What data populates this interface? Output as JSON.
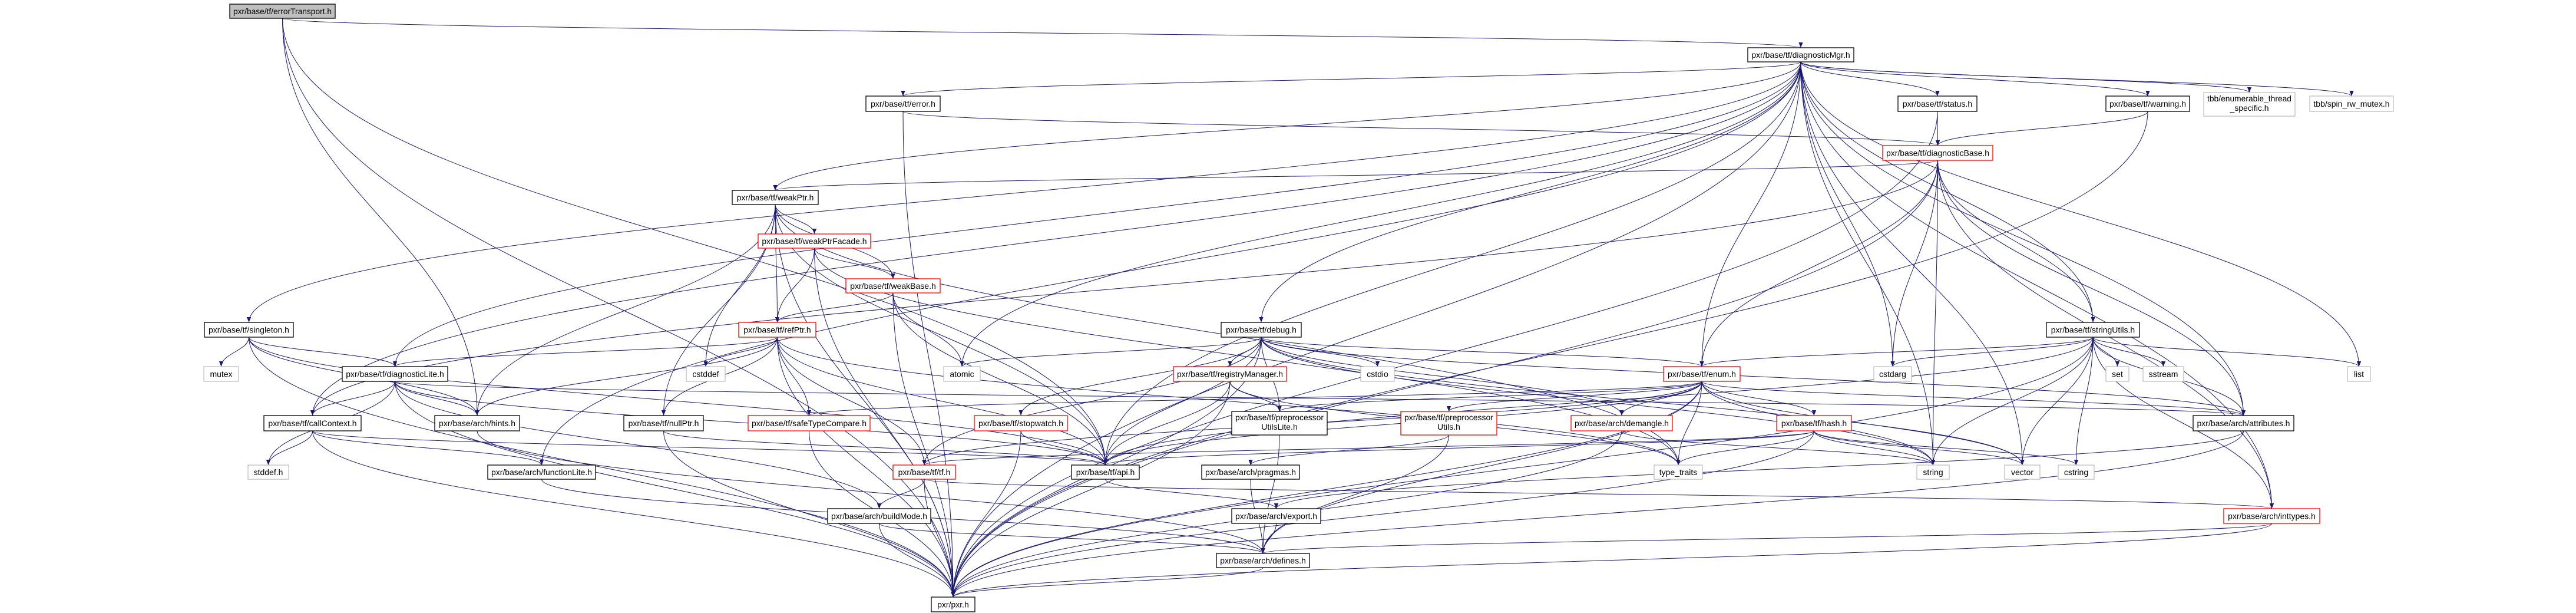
{
  "graph": {
    "root": "errorTransport",
    "colors": {
      "edge": "#191970",
      "root_fill": "#bfbfbf",
      "red_border": "#ff0000",
      "black_border": "#000000",
      "gray_border": "#bfbfbf"
    },
    "nodes": [
      {
        "id": "errorTransport",
        "label": "pxr/base/tf/errorTransport.h",
        "style": "root"
      },
      {
        "id": "diagnosticMgr",
        "label": "pxr/base/tf/diagnosticMgr.h",
        "style": "black"
      },
      {
        "id": "error",
        "label": "pxr/base/tf/error.h",
        "style": "black"
      },
      {
        "id": "status",
        "label": "pxr/base/tf/status.h",
        "style": "black"
      },
      {
        "id": "warning",
        "label": "pxr/base/tf/warning.h",
        "style": "black"
      },
      {
        "id": "tbbets",
        "label": "tbb/enumerable_thread\n_specific.h",
        "style": "gray"
      },
      {
        "id": "tbbspin",
        "label": "tbb/spin_rw_mutex.h",
        "style": "gray"
      },
      {
        "id": "diagnosticBase",
        "label": "pxr/base/tf/diagnosticBase.h",
        "style": "red"
      },
      {
        "id": "weakPtr",
        "label": "pxr/base/tf/weakPtr.h",
        "style": "black"
      },
      {
        "id": "weakPtrFacade",
        "label": "pxr/base/tf/weakPtrFacade.h",
        "style": "red"
      },
      {
        "id": "weakBase",
        "label": "pxr/base/tf/weakBase.h",
        "style": "red"
      },
      {
        "id": "refPtr",
        "label": "pxr/base/tf/refPtr.h",
        "style": "red"
      },
      {
        "id": "singleton",
        "label": "pxr/base/tf/singleton.h",
        "style": "black"
      },
      {
        "id": "debug",
        "label": "pxr/base/tf/debug.h",
        "style": "black"
      },
      {
        "id": "stringUtils",
        "label": "pxr/base/tf/stringUtils.h",
        "style": "black"
      },
      {
        "id": "mutex",
        "label": "mutex",
        "style": "gray"
      },
      {
        "id": "diagnosticLite",
        "label": "pxr/base/tf/diagnosticLite.h",
        "style": "black"
      },
      {
        "id": "cstddef",
        "label": "cstddef",
        "style": "gray"
      },
      {
        "id": "atomic",
        "label": "atomic",
        "style": "gray"
      },
      {
        "id": "registryManager",
        "label": "pxr/base/tf/registryManager.h",
        "style": "red"
      },
      {
        "id": "cstdio",
        "label": "cstdio",
        "style": "gray"
      },
      {
        "id": "enum",
        "label": "pxr/base/tf/enum.h",
        "style": "red"
      },
      {
        "id": "cstdarg",
        "label": "cstdarg",
        "style": "gray"
      },
      {
        "id": "set",
        "label": "set",
        "style": "gray"
      },
      {
        "id": "sstream",
        "label": "sstream",
        "style": "gray"
      },
      {
        "id": "list",
        "label": "list",
        "style": "gray"
      },
      {
        "id": "callContext",
        "label": "pxr/base/tf/callContext.h",
        "style": "black"
      },
      {
        "id": "hints",
        "label": "pxr/base/arch/hints.h",
        "style": "black"
      },
      {
        "id": "nullPtr",
        "label": "pxr/base/tf/nullPtr.h",
        "style": "black"
      },
      {
        "id": "safeTypeCompare",
        "label": "pxr/base/tf/safeTypeCompare.h",
        "style": "red"
      },
      {
        "id": "stopwatch",
        "label": "pxr/base/tf/stopwatch.h",
        "style": "red"
      },
      {
        "id": "ppUtilsLite",
        "label": "pxr/base/tf/preprocessor\nUtilsLite.h",
        "style": "black"
      },
      {
        "id": "ppUtils",
        "label": "pxr/base/tf/preprocessor\nUtils.h",
        "style": "red"
      },
      {
        "id": "demangle",
        "label": "pxr/base/arch/demangle.h",
        "style": "red"
      },
      {
        "id": "hash",
        "label": "pxr/base/tf/hash.h",
        "style": "red"
      },
      {
        "id": "attributes",
        "label": "pxr/base/arch/attributes.h",
        "style": "black"
      },
      {
        "id": "stddef",
        "label": "stddef.h",
        "style": "gray"
      },
      {
        "id": "functionLite",
        "label": "pxr/base/arch/functionLite.h",
        "style": "black"
      },
      {
        "id": "tf",
        "label": "pxr/base/tf/tf.h",
        "style": "red"
      },
      {
        "id": "api",
        "label": "pxr/base/tf/api.h",
        "style": "black"
      },
      {
        "id": "pragmas",
        "label": "pxr/base/arch/pragmas.h",
        "style": "black"
      },
      {
        "id": "type_traits",
        "label": "type_traits",
        "style": "gray"
      },
      {
        "id": "string",
        "label": "string",
        "style": "gray"
      },
      {
        "id": "vector",
        "label": "vector",
        "style": "gray"
      },
      {
        "id": "cstring",
        "label": "cstring",
        "style": "gray"
      },
      {
        "id": "buildMode",
        "label": "pxr/base/arch/buildMode.h",
        "style": "black"
      },
      {
        "id": "export",
        "label": "pxr/base/arch/export.h",
        "style": "black"
      },
      {
        "id": "inttypes",
        "label": "pxr/base/arch/inttypes.h",
        "style": "red"
      },
      {
        "id": "defines",
        "label": "pxr/base/arch/defines.h",
        "style": "black"
      },
      {
        "id": "pxr",
        "label": "pxr/pxr.h",
        "style": "black"
      }
    ],
    "edges": [
      [
        "errorTransport",
        "diagnosticMgr"
      ],
      [
        "errorTransport",
        "pxr"
      ],
      [
        "errorTransport",
        "api"
      ],
      [
        "errorTransport",
        "hints"
      ],
      [
        "diagnosticMgr",
        "error"
      ],
      [
        "diagnosticMgr",
        "status"
      ],
      [
        "diagnosticMgr",
        "warning"
      ],
      [
        "diagnosticMgr",
        "tbbets"
      ],
      [
        "diagnosticMgr",
        "tbbspin"
      ],
      [
        "diagnosticMgr",
        "weakPtr"
      ],
      [
        "diagnosticMgr",
        "singleton"
      ],
      [
        "diagnosticMgr",
        "diagnosticLite"
      ],
      [
        "diagnosticMgr",
        "callContext"
      ],
      [
        "diagnosticMgr",
        "functionLite"
      ],
      [
        "diagnosticMgr",
        "debug"
      ],
      [
        "diagnosticMgr",
        "atomic"
      ],
      [
        "diagnosticMgr",
        "enum"
      ],
      [
        "diagnosticMgr",
        "stringUtils"
      ],
      [
        "diagnosticMgr",
        "cstdarg"
      ],
      [
        "diagnosticMgr",
        "string"
      ],
      [
        "diagnosticMgr",
        "vector"
      ],
      [
        "diagnosticMgr",
        "list"
      ],
      [
        "diagnosticMgr",
        "attributes"
      ],
      [
        "diagnosticMgr",
        "inttypes"
      ],
      [
        "diagnosticMgr",
        "api"
      ],
      [
        "diagnosticMgr",
        "pxr"
      ],
      [
        "error",
        "diagnosticBase"
      ],
      [
        "error",
        "pxr"
      ],
      [
        "status",
        "diagnosticBase"
      ],
      [
        "status",
        "pxr"
      ],
      [
        "warning",
        "diagnosticBase"
      ],
      [
        "warning",
        "pxr"
      ],
      [
        "diagnosticBase",
        "weakPtr"
      ],
      [
        "diagnosticBase",
        "enum"
      ],
      [
        "diagnosticBase",
        "stringUtils"
      ],
      [
        "diagnosticBase",
        "cstdarg"
      ],
      [
        "diagnosticBase",
        "string"
      ],
      [
        "diagnosticBase",
        "attributes"
      ],
      [
        "diagnosticBase",
        "inttypes"
      ],
      [
        "diagnosticBase",
        "pxr"
      ],
      [
        "diagnosticBase",
        "callContext"
      ],
      [
        "weakPtr",
        "weakPtrFacade"
      ],
      [
        "weakPtr",
        "weakBase"
      ],
      [
        "weakPtr",
        "refPtr"
      ],
      [
        "weakPtr",
        "nullPtr"
      ],
      [
        "weakPtr",
        "cstddef"
      ],
      [
        "weakPtr",
        "api"
      ],
      [
        "weakPtr",
        "type_traits"
      ],
      [
        "weakPtr",
        "pxr"
      ],
      [
        "weakPtr",
        "hints"
      ],
      [
        "weakPtrFacade",
        "weakBase"
      ],
      [
        "weakPtrFacade",
        "refPtr"
      ],
      [
        "weakPtrFacade",
        "pxr"
      ],
      [
        "weakPtrFacade",
        "type_traits"
      ],
      [
        "weakBase",
        "refPtr"
      ],
      [
        "weakBase",
        "atomic"
      ],
      [
        "weakBase",
        "api"
      ],
      [
        "weakBase",
        "pxr"
      ],
      [
        "refPtr",
        "diagnosticLite"
      ],
      [
        "refPtr",
        "hints"
      ],
      [
        "refPtr",
        "nullPtr"
      ],
      [
        "refPtr",
        "safeTypeCompare"
      ],
      [
        "refPtr",
        "cstddef"
      ],
      [
        "refPtr",
        "api"
      ],
      [
        "refPtr",
        "type_traits"
      ],
      [
        "refPtr",
        "tf"
      ],
      [
        "refPtr",
        "pxr"
      ],
      [
        "singleton",
        "mutex"
      ],
      [
        "singleton",
        "diagnosticLite"
      ],
      [
        "singleton",
        "hints"
      ],
      [
        "singleton",
        "api"
      ],
      [
        "singleton",
        "pxr"
      ],
      [
        "diagnosticLite",
        "callContext"
      ],
      [
        "diagnosticLite",
        "hints"
      ],
      [
        "diagnosticLite",
        "stddef"
      ],
      [
        "diagnosticLite",
        "attributes"
      ],
      [
        "diagnosticLite",
        "api"
      ],
      [
        "diagnosticLite",
        "buildMode"
      ],
      [
        "diagnosticLite",
        "pxr"
      ],
      [
        "callContext",
        "stddef"
      ],
      [
        "callContext",
        "functionLite"
      ],
      [
        "callContext",
        "api"
      ],
      [
        "callContext",
        "pxr"
      ],
      [
        "hints",
        "defines"
      ],
      [
        "nullPtr",
        "api"
      ],
      [
        "nullPtr",
        "pxr"
      ],
      [
        "safeTypeCompare",
        "pxr"
      ],
      [
        "functionLite",
        "defines"
      ],
      [
        "buildMode",
        "defines"
      ],
      [
        "buildMode",
        "pxr"
      ],
      [
        "debug",
        "atomic"
      ],
      [
        "debug",
        "registryManager"
      ],
      [
        "debug",
        "cstdio"
      ],
      [
        "debug",
        "enum"
      ],
      [
        "debug",
        "stopwatch"
      ],
      [
        "debug",
        "ppUtilsLite"
      ],
      [
        "debug",
        "tf"
      ],
      [
        "debug",
        "api"
      ],
      [
        "debug",
        "string"
      ],
      [
        "debug",
        "vector"
      ],
      [
        "debug",
        "attributes"
      ],
      [
        "debug",
        "demangle"
      ],
      [
        "debug",
        "pxr"
      ],
      [
        "registryManager",
        "ppUtilsLite"
      ],
      [
        "registryManager",
        "api"
      ],
      [
        "registryManager",
        "pxr"
      ],
      [
        "registryManager",
        "type_traits"
      ],
      [
        "stopwatch",
        "api"
      ],
      [
        "stopwatch",
        "pxr"
      ],
      [
        "enum",
        "ppUtilsLite"
      ],
      [
        "enum",
        "ppUtils"
      ],
      [
        "enum",
        "demangle"
      ],
      [
        "enum",
        "hash"
      ],
      [
        "enum",
        "safeTypeCompare"
      ],
      [
        "enum",
        "tf"
      ],
      [
        "enum",
        "api"
      ],
      [
        "enum",
        "type_traits"
      ],
      [
        "enum",
        "string"
      ],
      [
        "enum",
        "vector"
      ],
      [
        "enum",
        "attributes"
      ],
      [
        "enum",
        "pxr"
      ],
      [
        "enum",
        "defines"
      ],
      [
        "ppUtilsLite",
        "defines"
      ],
      [
        "ppUtils",
        "pragmas"
      ],
      [
        "ppUtils",
        "defines"
      ],
      [
        "demangle",
        "pxr"
      ],
      [
        "demangle",
        "string"
      ],
      [
        "tf",
        "buildMode"
      ],
      [
        "tf",
        "pxr"
      ],
      [
        "tf",
        "inttypes"
      ],
      [
        "api",
        "export"
      ],
      [
        "pragmas",
        "defines"
      ],
      [
        "export",
        "defines"
      ],
      [
        "defines",
        "pxr"
      ],
      [
        "stringUtils",
        "enum"
      ],
      [
        "stringUtils",
        "cstdarg"
      ],
      [
        "stringUtils",
        "set"
      ],
      [
        "stringUtils",
        "sstream"
      ],
      [
        "stringUtils",
        "list"
      ],
      [
        "stringUtils",
        "string"
      ],
      [
        "stringUtils",
        "vector"
      ],
      [
        "stringUtils",
        "cstring"
      ],
      [
        "stringUtils",
        "attributes"
      ],
      [
        "stringUtils",
        "inttypes"
      ],
      [
        "stringUtils",
        "api"
      ],
      [
        "stringUtils",
        "pxr"
      ],
      [
        "hash",
        "tf"
      ],
      [
        "hash",
        "api"
      ],
      [
        "hash",
        "string"
      ],
      [
        "hash",
        "vector"
      ],
      [
        "hash",
        "cstring"
      ],
      [
        "hash",
        "type_traits"
      ],
      [
        "hash",
        "pxr"
      ],
      [
        "attributes",
        "export"
      ],
      [
        "attributes",
        "pxr"
      ],
      [
        "inttypes",
        "defines"
      ],
      [
        "inttypes",
        "pxr"
      ]
    ]
  }
}
